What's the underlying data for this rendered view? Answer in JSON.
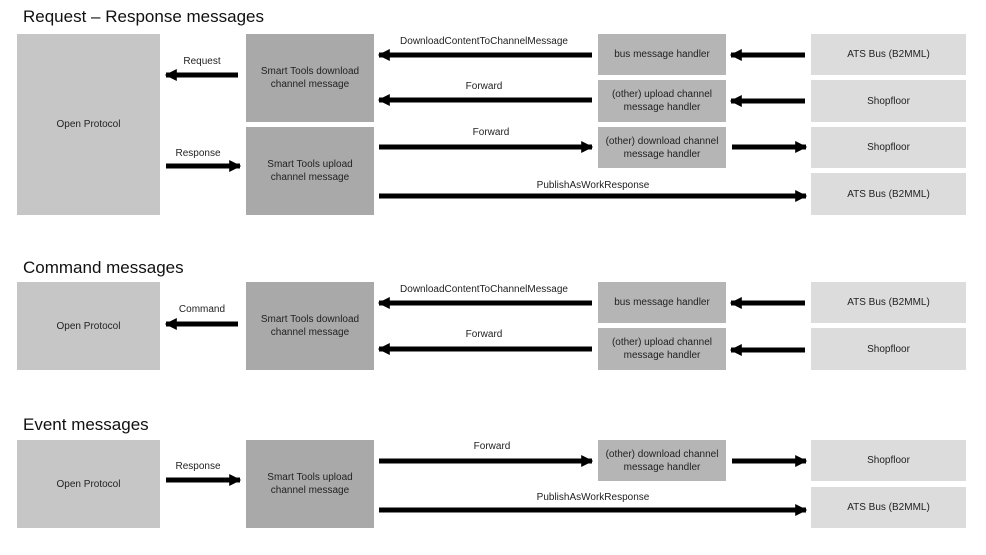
{
  "sections": [
    {
      "title": "Request – Response messages"
    },
    {
      "title": "Command messages"
    },
    {
      "title": "Event messages"
    }
  ],
  "box_labels": {
    "open_protocol": "Open Protocol",
    "st_download": "Smart Tools download channel message",
    "st_upload": "Smart Tools upload channel message",
    "bus_handler": "bus message handler",
    "other_upload": "(other) upload channel message handler",
    "other_download": "(other) download channel message handler",
    "ats_bus": "ATS Bus (B2MML)",
    "shopfloor": "Shopfloor"
  },
  "arrow_labels": {
    "request": "Request",
    "response": "Response",
    "command": "Command",
    "download_content": "DownloadContentToChannelMessage",
    "forward": "Forward",
    "publish": "PublishAsWorkResponse"
  }
}
